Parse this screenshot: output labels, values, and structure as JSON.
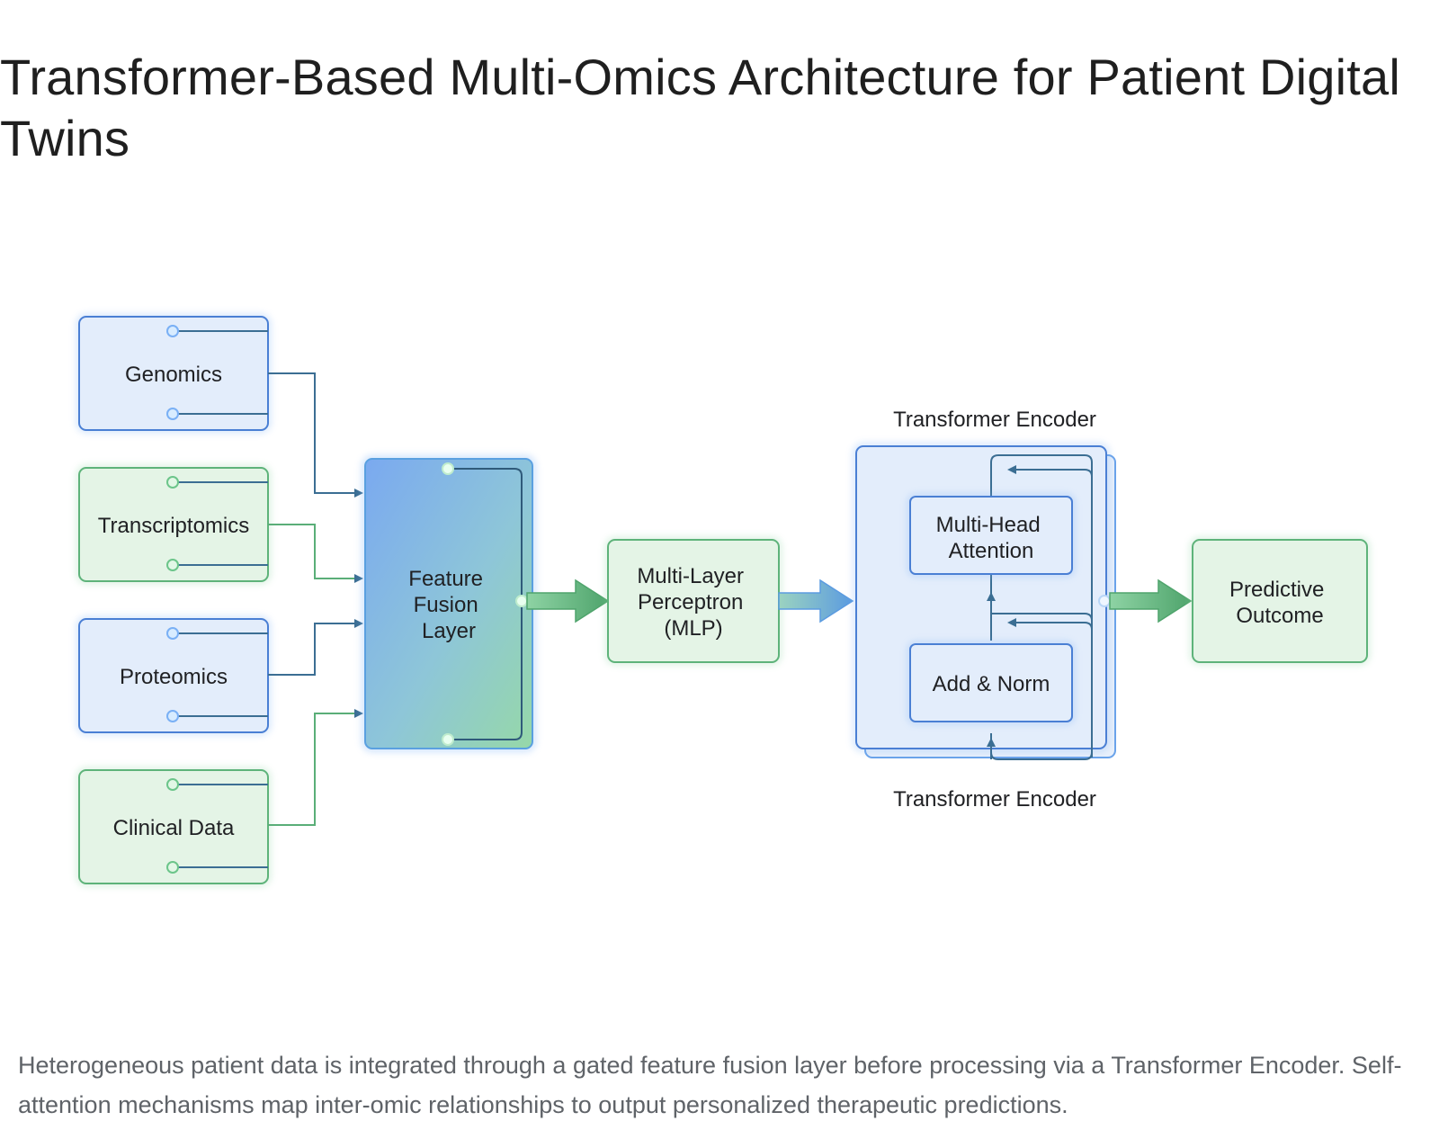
{
  "title": "Transformer-Based Multi-Omics Architecture for Patient Digital Twins",
  "caption": "Heterogeneous patient data is integrated through a gated feature fusion layer before processing via a Transformer Encoder. Self-attention mechanisms map inter-omic relationships to output personalized therapeutic predictions.",
  "colors": {
    "blue_stroke": "#4a7fd4",
    "blue_fill": "#e3edfb",
    "green_stroke": "#5eb37a",
    "green_fill": "#e4f4e6",
    "connector": "#3b6e93",
    "green_arrow": "#5aae78",
    "blue_arrow": "#5b9be0"
  },
  "diagram": {
    "inputs": [
      {
        "label": "Genomics",
        "color": "blue"
      },
      {
        "label": "Transcriptomics",
        "color": "green"
      },
      {
        "label": "Proteomics",
        "color": "blue"
      },
      {
        "label": "Clinical Data",
        "color": "green"
      }
    ],
    "fusion": {
      "lines": [
        "Feature",
        "Fusion",
        "Layer"
      ]
    },
    "mlp": {
      "lines": [
        "Multi-Layer",
        "Perceptron",
        "(MLP)"
      ]
    },
    "encoder": {
      "top_label": "Transformer Encoder",
      "bottom_label": "Transformer Encoder",
      "attention_lines": [
        "Multi-Head",
        "Attention"
      ],
      "norm_label": "Add & Norm"
    },
    "output": {
      "lines": [
        "Predictive",
        "Outcome"
      ]
    }
  }
}
